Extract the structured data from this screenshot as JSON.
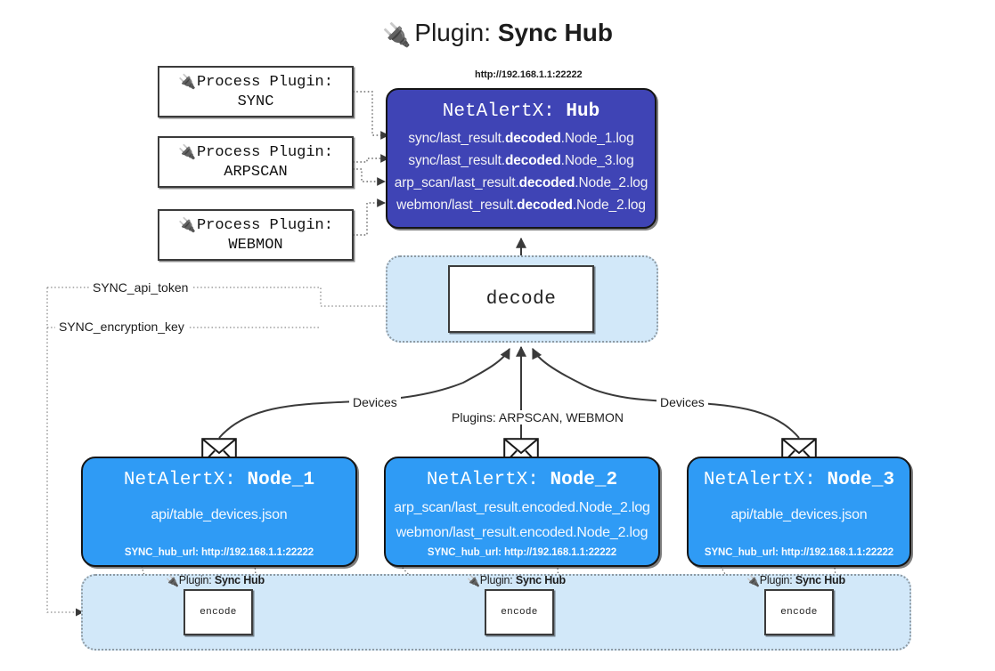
{
  "title": {
    "icon": "plug-icon",
    "prefix": "Plugin:",
    "name": "Sync Hub"
  },
  "process_plugins": [
    {
      "icon": "plug-icon",
      "line1": "Process Plugin:",
      "line2": "SYNC"
    },
    {
      "icon": "plug-icon",
      "line1": "Process Plugin:",
      "line2": "ARPSCAN"
    },
    {
      "icon": "plug-icon",
      "line1": "Process Plugin:",
      "line2": "WEBMON"
    }
  ],
  "hub": {
    "url": "http://192.168.1.1:22222",
    "title_prefix": "NetAlertX:",
    "title_name": "Hub",
    "lines": [
      {
        "pre": "sync/last_result.",
        "bold": "decoded",
        "post": ".Node_1.log"
      },
      {
        "pre": "sync/last_result.",
        "bold": "decoded",
        "post": ".Node_3.log"
      },
      {
        "pre": "arp_scan/last_result.",
        "bold": "decoded",
        "post": ".Node_2.log"
      },
      {
        "pre": "webmon/last_result.",
        "bold": "decoded",
        "post": ".Node_2.log"
      }
    ]
  },
  "decode": {
    "label": "decode"
  },
  "settings": {
    "api_token": "SYNC_api_token",
    "encryption_key": "SYNC_encryption_key"
  },
  "edge_labels": {
    "devices_left": "Devices",
    "devices_right": "Devices",
    "plugins_middle": "Plugins: ARPSCAN, WEBMON"
  },
  "nodes": [
    {
      "icon": "envelope-icon",
      "title_prefix": "NetAlertX:",
      "title_name": "Node_1",
      "lines": [
        "api/table_devices.json"
      ],
      "footer": "SYNC_hub_url: http://192.168.1.1:22222"
    },
    {
      "icon": "envelope-icon",
      "title_prefix": "NetAlertX:",
      "title_name": "Node_2",
      "lines": [
        "arp_scan/last_result.encoded.Node_2.log",
        "webmon/last_result.encoded.Node_2.log"
      ],
      "footer": "SYNC_hub_url: http://192.168.1.1:22222"
    },
    {
      "icon": "envelope-icon",
      "title_prefix": "NetAlertX:",
      "title_name": "Node_3",
      "lines": [
        "api/table_devices.json"
      ],
      "footer": "SYNC_hub_url: http://192.168.1.1:22222"
    }
  ],
  "encoders": [
    {
      "tag_icon": "plug-icon",
      "tag_prefix": "Plugin:",
      "tag_name": "Sync Hub",
      "label": "encode"
    },
    {
      "tag_icon": "plug-icon",
      "tag_prefix": "Plugin:",
      "tag_name": "Sync Hub",
      "label": "encode"
    },
    {
      "tag_icon": "plug-icon",
      "tag_prefix": "Plugin:",
      "tag_name": "Sync Hub",
      "label": "encode"
    }
  ],
  "colors": {
    "hub": "#3f44b5",
    "node": "#2f9bf5",
    "band": "#d2e8f9",
    "stroke": "#151515",
    "dotted": "#6d6d6d"
  }
}
